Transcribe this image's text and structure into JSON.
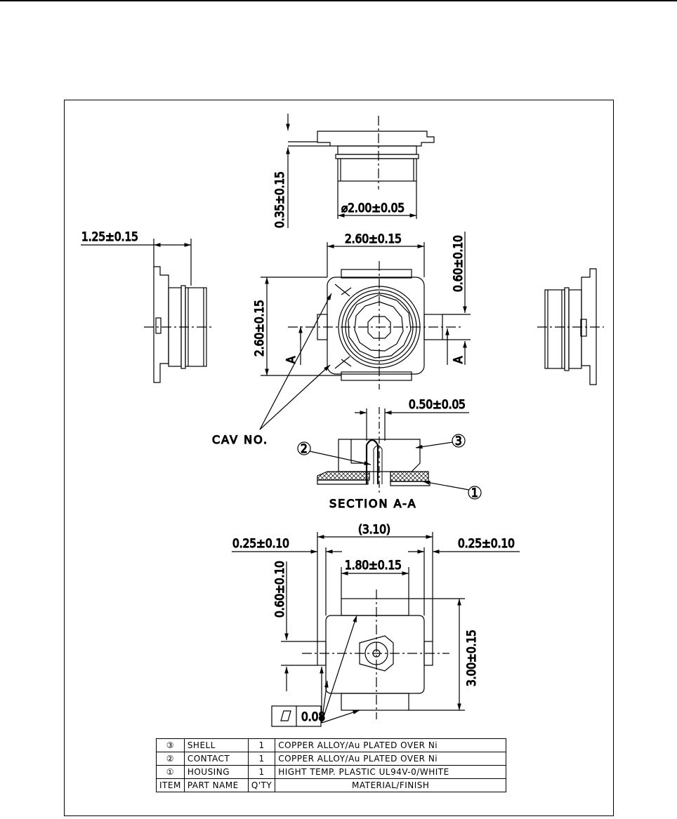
{
  "dims": {
    "height_top": "0.35±0.15",
    "diameter": "⌀2.00±0.05",
    "side_width": "1.25±0.15",
    "body_width": "2.60±0.15",
    "right_offset": "0.60±0.10",
    "body_height": "2.60±0.15",
    "contact_width": "0.50±0.05",
    "overall": "(3.10)",
    "left_tab": "0.25±0.10",
    "right_tab": "0.25±0.10",
    "pad_width": "1.80±0.15",
    "left_offset": "0.60±0.10",
    "overall_height": "3.00±0.15",
    "flatness_value": "0.08"
  },
  "labels": {
    "cav_no": "CAV NO.",
    "section": "SECTION A-A",
    "section_mark_left": "A",
    "section_mark_right": "A",
    "balloon_1": "1",
    "balloon_2": "2",
    "balloon_3": "3"
  },
  "bom": {
    "rows": [
      {
        "item": "③",
        "name": "SHELL",
        "qty": "1",
        "material": "COPPER ALLOY/Au PLATED OVER Ni"
      },
      {
        "item": "②",
        "name": "CONTACT",
        "qty": "1",
        "material": "COPPER ALLOY/Au PLATED OVER Ni"
      },
      {
        "item": "①",
        "name": "HOUSING",
        "qty": "1",
        "material": "HIGHT TEMP. PLASTIC UL94V-0/WHITE"
      }
    ],
    "header": {
      "item": "ITEM",
      "name": "PART NAME",
      "qty": "Q'TY",
      "material": "MATERIAL/FINISH"
    }
  }
}
